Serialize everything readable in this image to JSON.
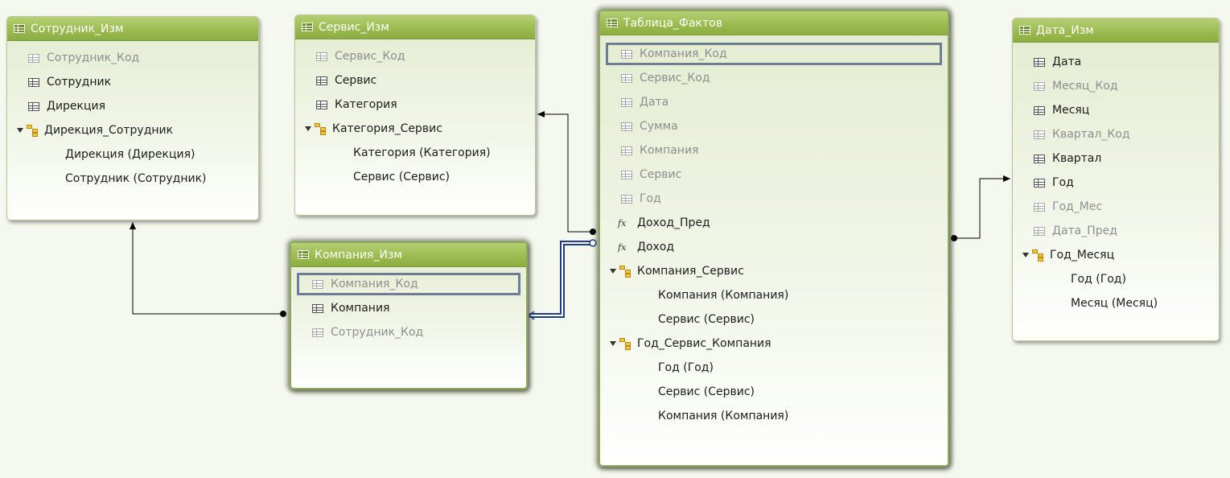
{
  "tables": {
    "employee": {
      "title": "Сотрудник_Изм",
      "rows": [
        "Сотрудник_Код",
        "Сотрудник",
        "Дирекция",
        "Дирекция_Сотрудник",
        "Дирекция (Дирекция)",
        "Сотрудник (Сотрудник)"
      ]
    },
    "service": {
      "title": "Сервис_Изм",
      "rows": [
        "Сервис_Код",
        "Сервис",
        "Категория",
        "Категория_Сервис",
        "Категория (Категория)",
        "Сервис (Сервис)"
      ]
    },
    "company": {
      "title": "Компания_Изм",
      "rows": [
        "Компания_Код",
        "Компания",
        "Сотрудник_Код"
      ]
    },
    "facts": {
      "title": "Таблица_Фактов",
      "rows": [
        "Компания_Код",
        "Сервис_Код",
        "Дата",
        "Сумма",
        "Компания",
        "Сервис",
        "Год",
        "Доход_Пред",
        "Доход",
        "Компания_Сервис",
        "Компания (Компания)",
        "Сервис (Сервис)",
        "Год_Сервис_Компания",
        "Год (Год)",
        "Сервис (Сервис)",
        "Компания (Компания)"
      ]
    },
    "date": {
      "title": "Дата_Изм",
      "rows": [
        "Дата",
        "Месяц_Код",
        "Месяц",
        "Квартал_Код",
        "Квартал",
        "Год",
        "Год_Мес",
        "Дата_Пред",
        "Год_Месяц",
        "Год (Год)",
        "Месяц (Месяц)"
      ]
    }
  },
  "colors": {
    "header": "#9cbc51",
    "selection_border": "#6d7d96",
    "relationship_line": "#000000",
    "active_relationship": "#1f3a8a"
  },
  "icons": {
    "table": "table-icon",
    "column": "column-icon",
    "calculated": "calculated-field-icon",
    "hierarchy": "hierarchy-icon",
    "expand": "collapse-triangle-icon"
  }
}
